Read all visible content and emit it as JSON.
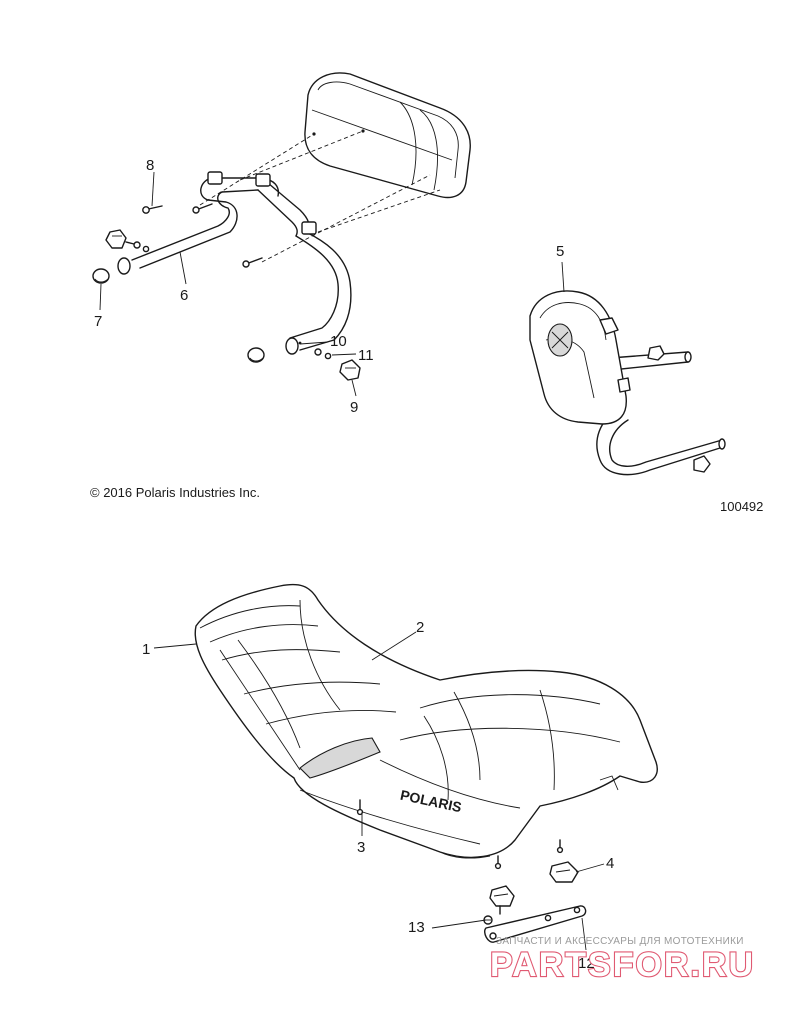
{
  "copyright": "© 2016 Polaris Industries Inc.",
  "diagram_id": "100492",
  "callouts": [
    {
      "id": "1",
      "label": "1"
    },
    {
      "id": "2",
      "label": "2"
    },
    {
      "id": "3",
      "label": "3"
    },
    {
      "id": "4",
      "label": "4"
    },
    {
      "id": "5",
      "label": "5"
    },
    {
      "id": "6",
      "label": "6"
    },
    {
      "id": "7",
      "label": "7"
    },
    {
      "id": "8",
      "label": "8"
    },
    {
      "id": "9",
      "label": "9"
    },
    {
      "id": "10",
      "label": "10"
    },
    {
      "id": "11",
      "label": "11"
    },
    {
      "id": "12",
      "label": "12"
    },
    {
      "id": "13",
      "label": "13"
    }
  ],
  "seat_brand": "POLARIS",
  "watermark": {
    "tagline": "ЗАПЧАСТИ И АКСЕССУАРЫ ДЛЯ МОТОТЕХНИКИ",
    "site": "PARTSFOR.RU"
  }
}
